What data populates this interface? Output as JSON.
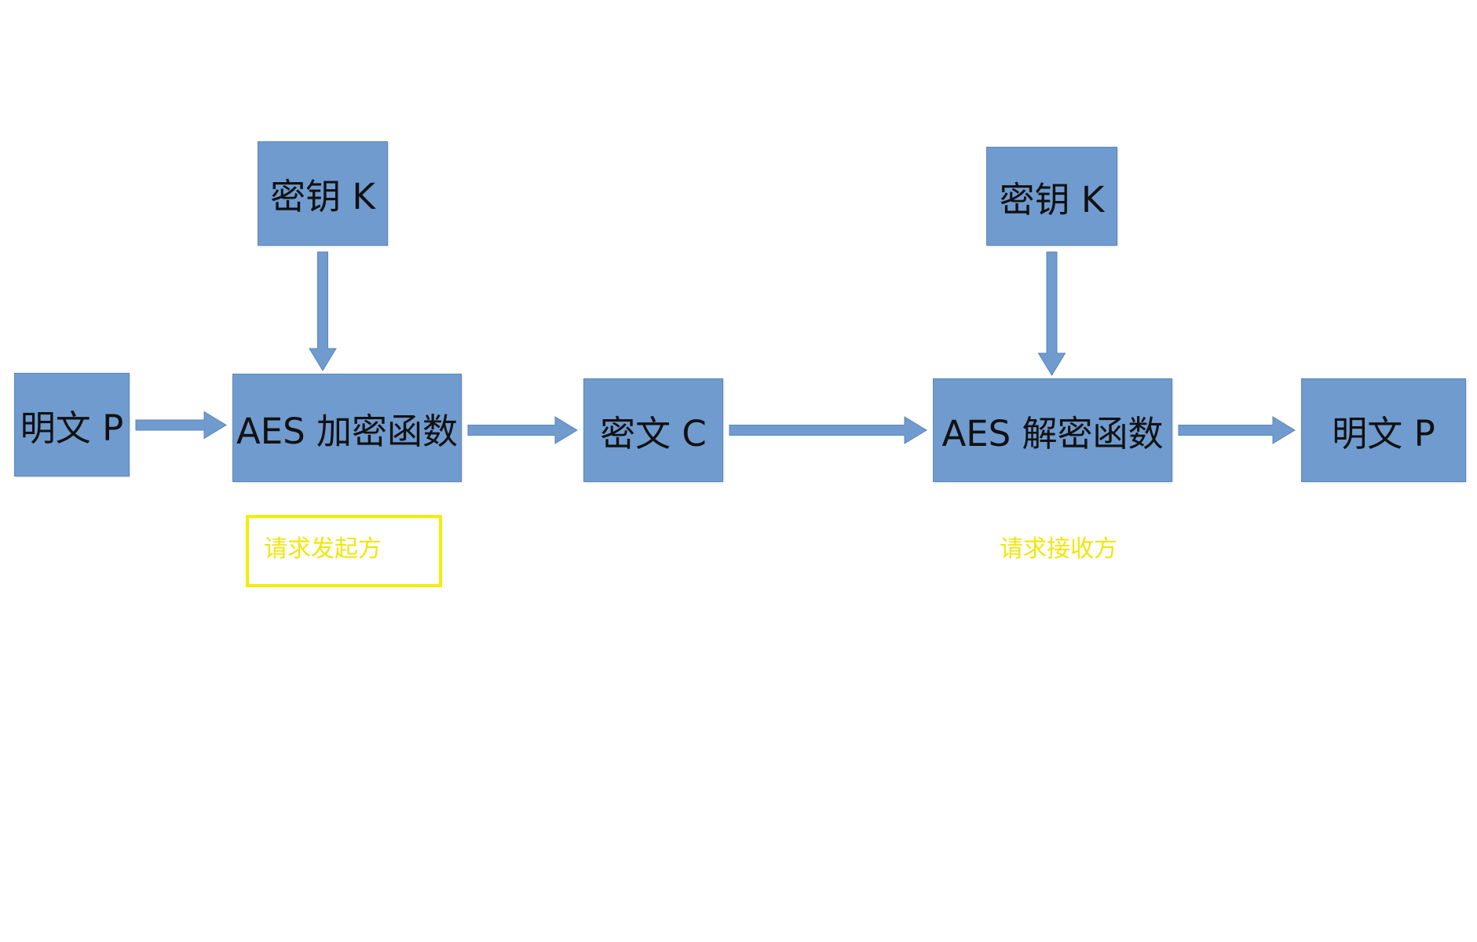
{
  "diagram": {
    "nodes": {
      "plaintext_in": "明文 P",
      "key_encrypt": "密钥 K",
      "encrypt_fn": "AES 加密函数",
      "ciphertext": "密文  C",
      "key_decrypt": "密钥 K",
      "decrypt_fn": "AES 解密函数",
      "plaintext_out": "明文 P"
    },
    "labels": {
      "sender": "请求发起方",
      "receiver": "请求接收方"
    },
    "colors": {
      "node_fill": "#6f9bcf",
      "arrow": "#6f9bcf",
      "highlight": "#f5ee00",
      "label_text": "#f2e60a"
    },
    "edges": [
      {
        "from": "plaintext_in",
        "to": "encrypt_fn"
      },
      {
        "from": "key_encrypt",
        "to": "encrypt_fn"
      },
      {
        "from": "encrypt_fn",
        "to": "ciphertext"
      },
      {
        "from": "ciphertext",
        "to": "decrypt_fn"
      },
      {
        "from": "key_decrypt",
        "to": "decrypt_fn"
      },
      {
        "from": "decrypt_fn",
        "to": "plaintext_out"
      }
    ]
  }
}
